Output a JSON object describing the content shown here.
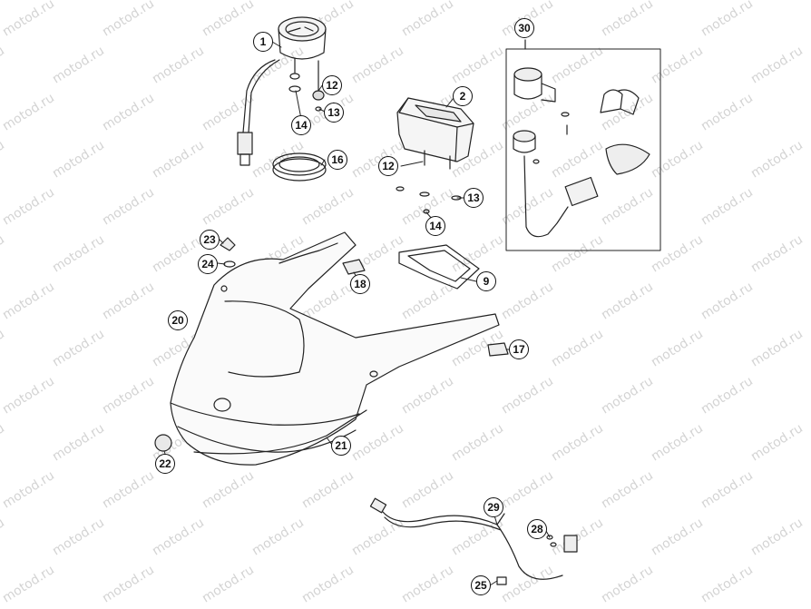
{
  "watermark": "motod.ru",
  "callouts": [
    {
      "id": "c1",
      "number": "1"
    },
    {
      "id": "c2",
      "number": "2"
    },
    {
      "id": "c30",
      "number": "30"
    },
    {
      "id": "c12a",
      "number": "12"
    },
    {
      "id": "c13a",
      "number": "13"
    },
    {
      "id": "c14a",
      "number": "14"
    },
    {
      "id": "c16",
      "number": "16"
    },
    {
      "id": "c12b",
      "number": "12"
    },
    {
      "id": "c13b",
      "number": "13"
    },
    {
      "id": "c14b",
      "number": "14"
    },
    {
      "id": "c23",
      "number": "23"
    },
    {
      "id": "c24",
      "number": "24"
    },
    {
      "id": "c18",
      "number": "18"
    },
    {
      "id": "c9",
      "number": "9"
    },
    {
      "id": "c20",
      "number": "20"
    },
    {
      "id": "c17",
      "number": "17"
    },
    {
      "id": "c21",
      "number": "21"
    },
    {
      "id": "c22",
      "number": "22"
    },
    {
      "id": "c29",
      "number": "29"
    },
    {
      "id": "c28",
      "number": "28"
    },
    {
      "id": "c25",
      "number": "25"
    }
  ]
}
